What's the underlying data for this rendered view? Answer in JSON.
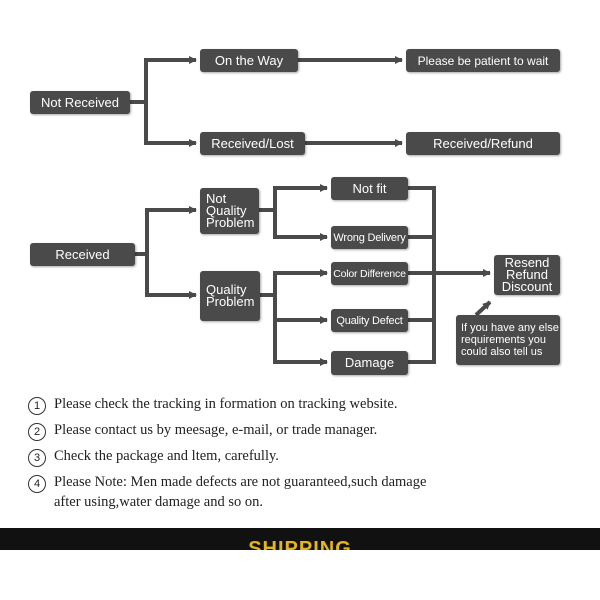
{
  "flowchart": {
    "not_received": "Not Received",
    "on_the_way": "On the Way",
    "please_wait": "Please be patient to wait",
    "received_lost": "Received/Lost",
    "received_refund": "Received/Refund",
    "received": "Received",
    "not_quality_problem": "Not\nQuality\nProblem",
    "quality_problem": "Quality\nProblem",
    "not_fit": "Not fit",
    "wrong_delivery": "Wrong Delivery",
    "color_difference": "Color Difference",
    "quality_defect": "Quality Defect",
    "damage": "Damage",
    "resend_refund_discount": "Resend\nRefund\nDiscount",
    "other_requirements": "If you have any else\nrequirements you\ncould also tell us"
  },
  "notes": [
    {
      "num": "1",
      "text": "Please check the tracking in formation on tracking website."
    },
    {
      "num": "2",
      "text": "Please contact us by meesage, e-mail, or trade manager."
    },
    {
      "num": "3",
      "text": "Check the package and ltem, carefully."
    },
    {
      "num": "4",
      "text": "Please Note: Men made defects  are not guaranteed,such damage\nafter using,water damage and so on."
    }
  ],
  "banner": {
    "title": "SHIPPING"
  },
  "colors": {
    "box": "#4a4a4a",
    "line": "#4a4a4a",
    "banner": "#111111",
    "banner_text": "#e5b520"
  }
}
